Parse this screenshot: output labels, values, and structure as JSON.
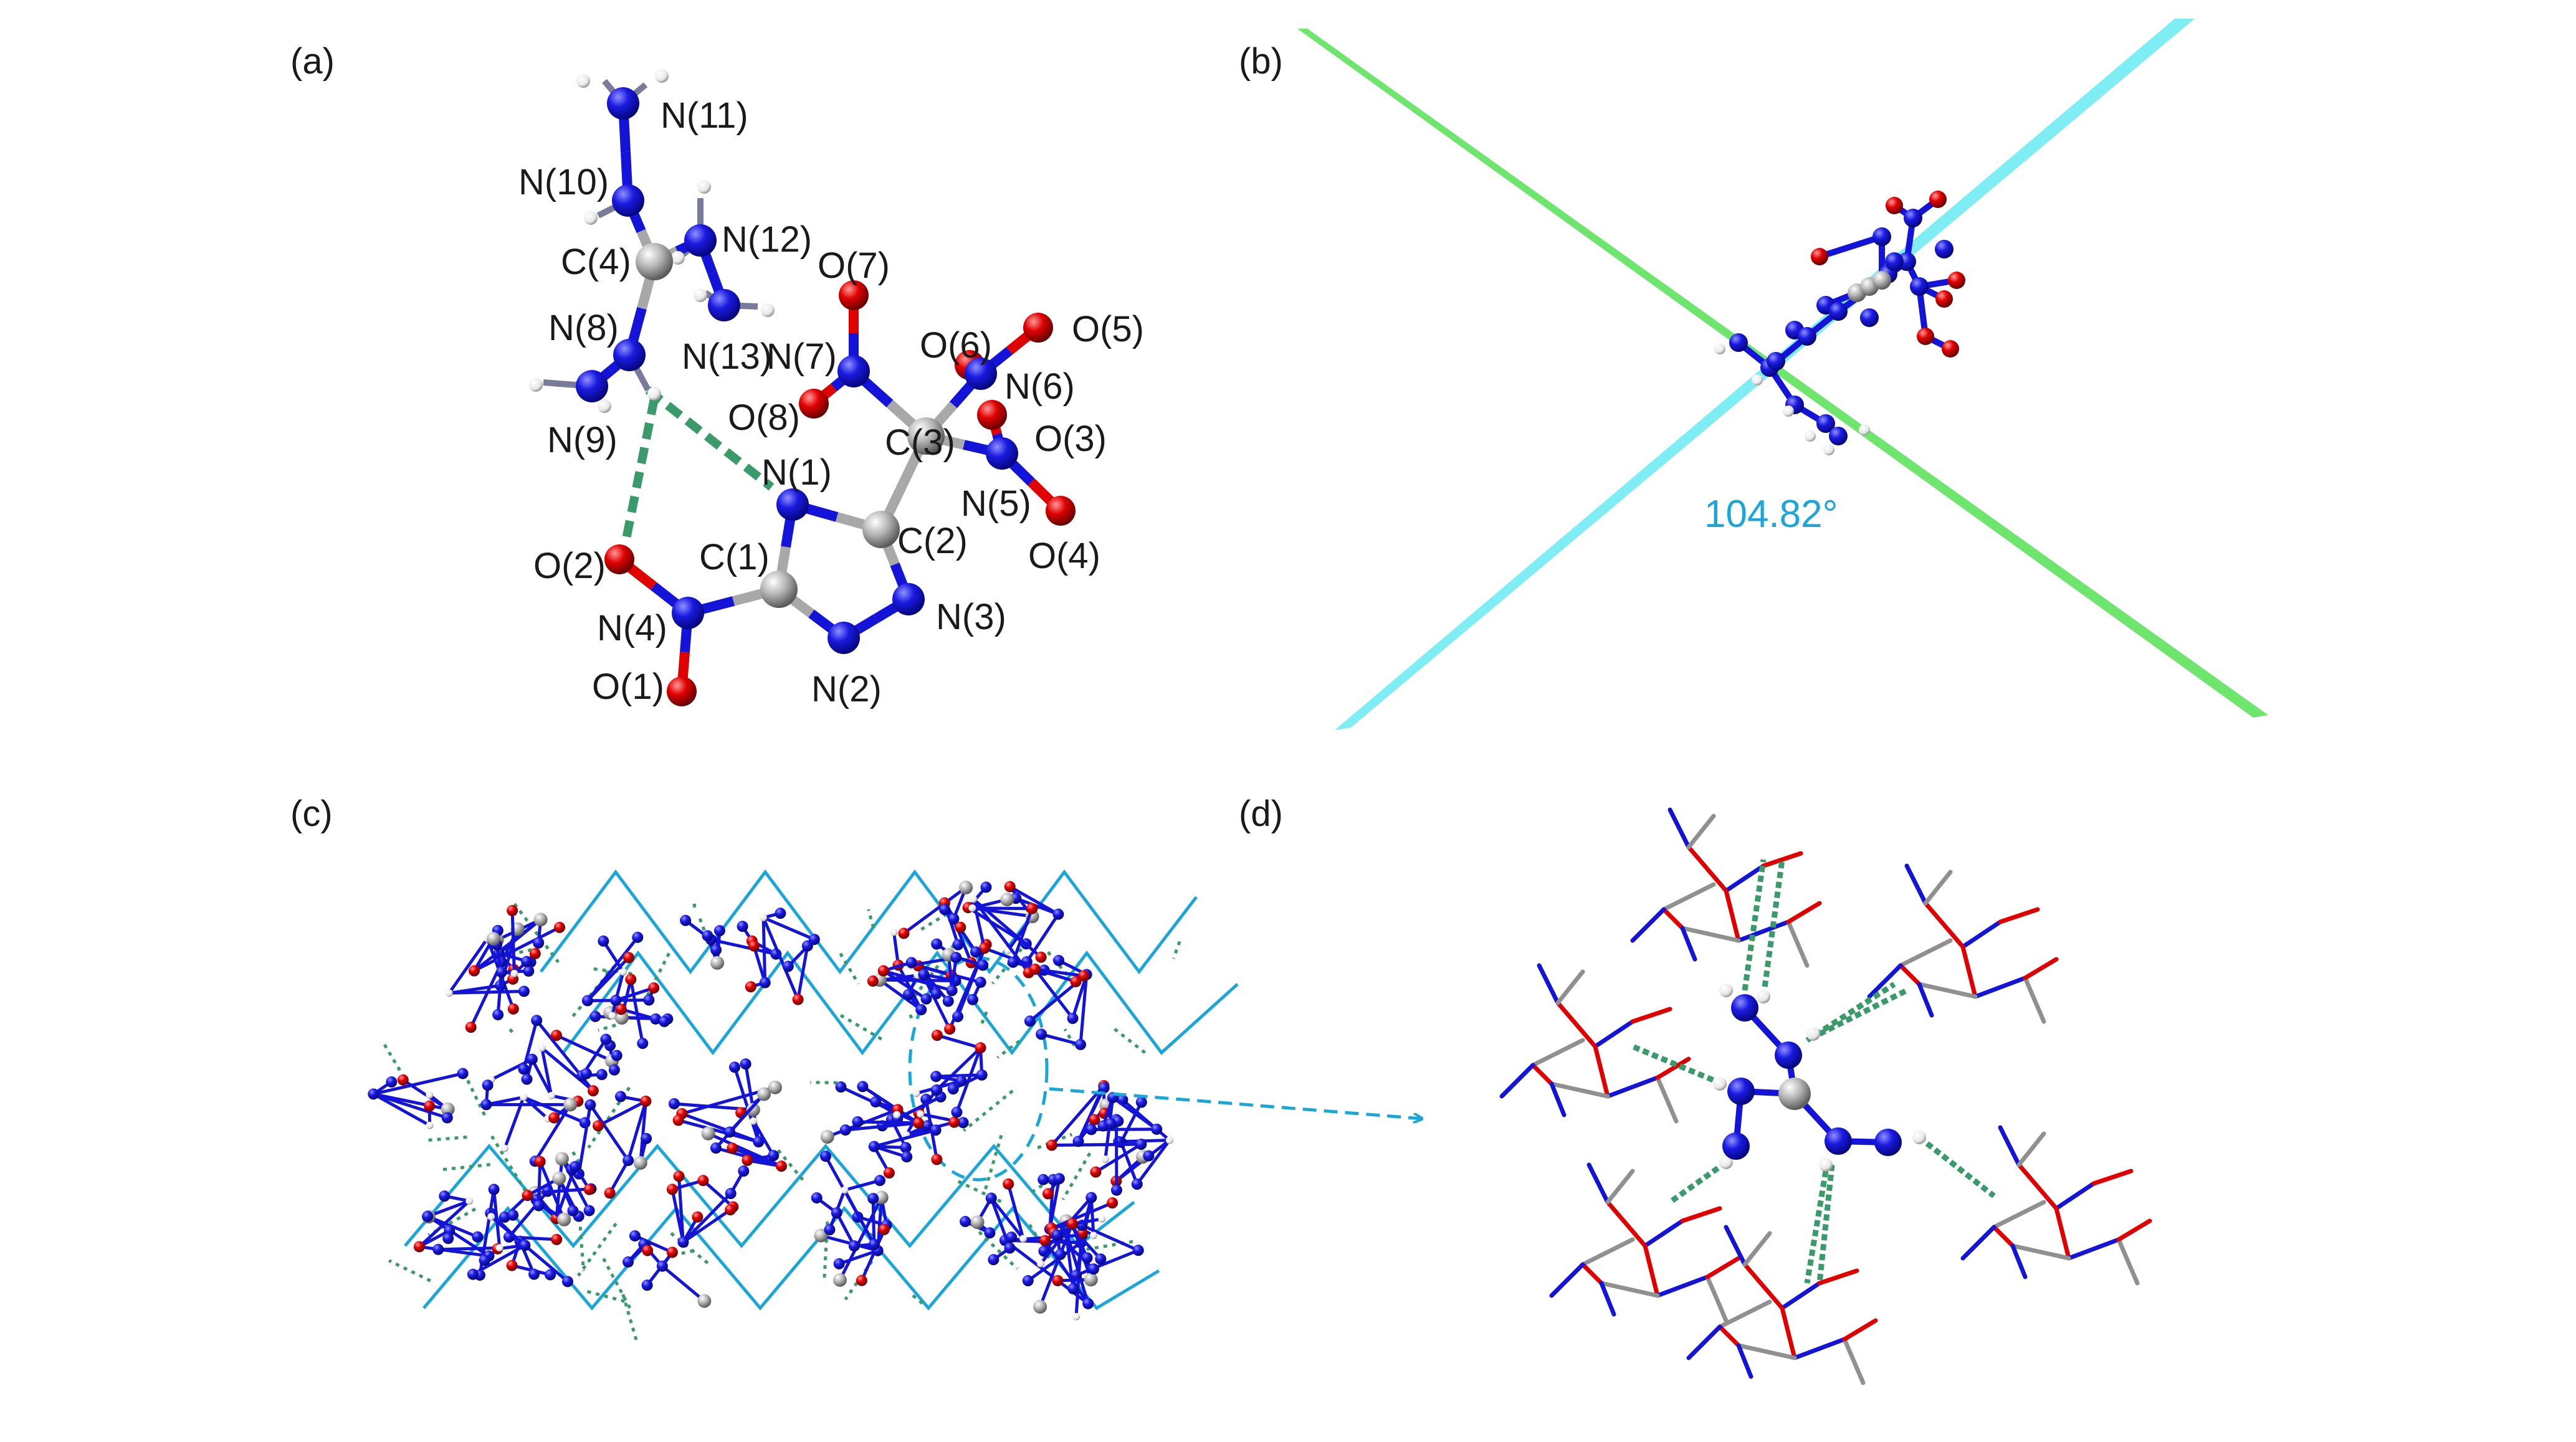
{
  "panels": [
    {
      "id": "a",
      "label": "(a)"
    },
    {
      "id": "b",
      "label": "(b)"
    },
    {
      "id": "c",
      "label": "(c)"
    },
    {
      "id": "d",
      "label": "(d)"
    }
  ],
  "atom_labels": {
    "N11": "N(11)",
    "N10": "N(10)",
    "C4": "C(4)",
    "N12": "N(12)",
    "O7": "O(7)",
    "N8": "N(8)",
    "N13": "N(13)",
    "N7": "N(7)",
    "O6": "O(6)",
    "O5": "O(5)",
    "N6": "N(6)",
    "O8": "O(8)",
    "N9": "N(9)",
    "C3": "C(3)",
    "O3": "O(3)",
    "N1": "N(1)",
    "N5": "N(5)",
    "C2": "C(2)",
    "O4": "O(4)",
    "O2": "O(2)",
    "C1": "C(1)",
    "N3": "N(3)",
    "N4": "N(4)",
    "O1": "O(1)",
    "N2": "N(2)"
  },
  "dihedral_angle": "104.82°",
  "colors": {
    "nitrogen": "#1414d8",
    "carbon": "#a8a8a8",
    "oxygen": "#e00000",
    "hydrogen": "#f4f4f4",
    "hbond": "#3a9a6a",
    "plane_green": "#6ee66e",
    "plane_cyan": "#7eeef4",
    "layer_line": "#1aa6d8",
    "angle_text": "#1aa6d8"
  }
}
